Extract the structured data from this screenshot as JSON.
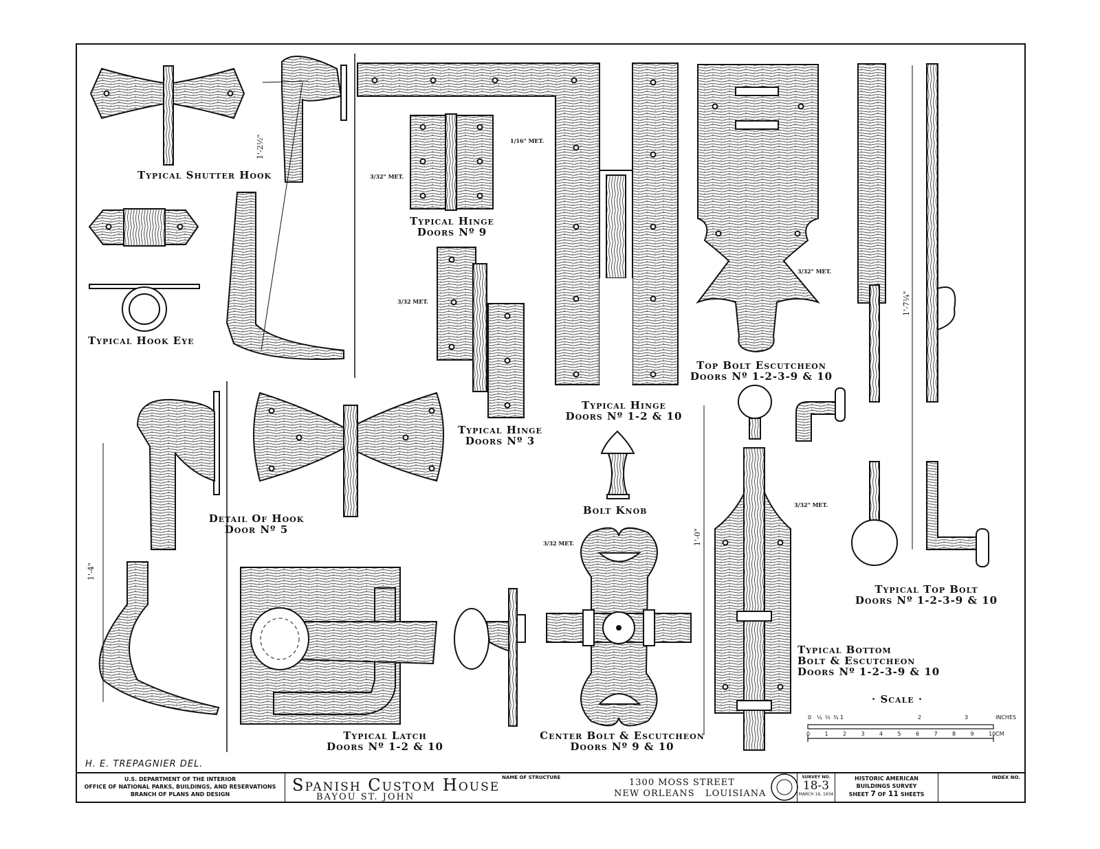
{
  "labels": {
    "shutter_hook": "Typical Shutter Hook",
    "hook_eye": "Typical Hook Eye",
    "hinge_9_a": "Typical Hinge",
    "hinge_9_b": "Doors Nº 9",
    "hinge_3_a": "Typical Hinge",
    "hinge_3_b": "Doors Nº 3",
    "hinge_1210_a": "Typical Hinge",
    "hinge_1210_b": "Doors Nº 1-2 & 10",
    "top_esc_a": "Top Bolt Escutcheon",
    "top_esc_b": "Doors Nº 1-2-3-9 & 10",
    "hook5_a": "Detail Of Hook",
    "hook5_b": "Door Nº 5",
    "bolt_knob": "Bolt Knob",
    "top_bolt_a": "Typical Top Bolt",
    "top_bolt_b": "Doors Nº 1-2-3-9 & 10",
    "bottom_bolt_a": "Typical Bottom",
    "bottom_bolt_b": "Bolt & Escutcheon",
    "bottom_bolt_c": "Doors Nº 1-2-3-9 & 10",
    "latch_a": "Typical Latch",
    "latch_b": "Doors Nº 1-2 & 10",
    "center_bolt_a": "Center Bolt & Escutcheon",
    "center_bolt_b": "Doors Nº 9 & 10",
    "scale": "· Scale ·"
  },
  "notes": {
    "met_1_16": "1/16\" MET.",
    "met_3_32_a": "3/32\" MET.",
    "met_3_32_b": "3/32 MET.",
    "met_3_32_c": "3/32\" MET.",
    "met_3_32_d": "3/32 MET.",
    "met_3_32_e": "3/32\" MET."
  },
  "dimensions": {
    "shutter_hook": "1'-2½\"",
    "hook5": "1'-4\"",
    "bottom_bolt": "1'-0\"",
    "top_bolt": "1'-7¼\""
  },
  "scale_bar": {
    "inches_ticks": [
      "0",
      "¼",
      "½",
      "¾",
      "1",
      "2",
      "3"
    ],
    "inches_unit": "INCHES",
    "cm_ticks": [
      "0",
      "1",
      "2",
      "3",
      "4",
      "5",
      "6",
      "7",
      "8",
      "9",
      "10"
    ],
    "cm_unit": "CM"
  },
  "delineator": "H. E. TREPAGNIER  DEL.",
  "title_block": {
    "agency_line1": "U.S. DEPARTMENT OF THE INTERIOR",
    "agency_line2": "OFFICE OF NATIONAL PARKS, BUILDINGS, AND RESERVATIONS",
    "agency_line3": "BRANCH OF PLANS AND DESIGN",
    "name_caption": "NAME OF STRUCTURE",
    "structure_name": "Spanish Custom House",
    "structure_sub": "BAYOU ST. JOHN",
    "address_line1": "1300 MOSS STREET",
    "address_line2": "NEW ORLEANS   LOUISIANA",
    "survey_caption": "SURVEY NO.",
    "survey_no": "18-3",
    "survey_date": "MARCH 16, 1934",
    "habs_line1": "HISTORIC AMERICAN",
    "habs_line2": "BUILDINGS SURVEY",
    "sheet_word": "SHEET",
    "sheet_no": "7",
    "of_word": "OF",
    "sheet_total": "11",
    "sheets_word": "SHEETS",
    "index_caption": "INDEX NO.",
    "index_no": ""
  },
  "colors": {
    "ink": "#111111",
    "paper": "#ffffff"
  }
}
